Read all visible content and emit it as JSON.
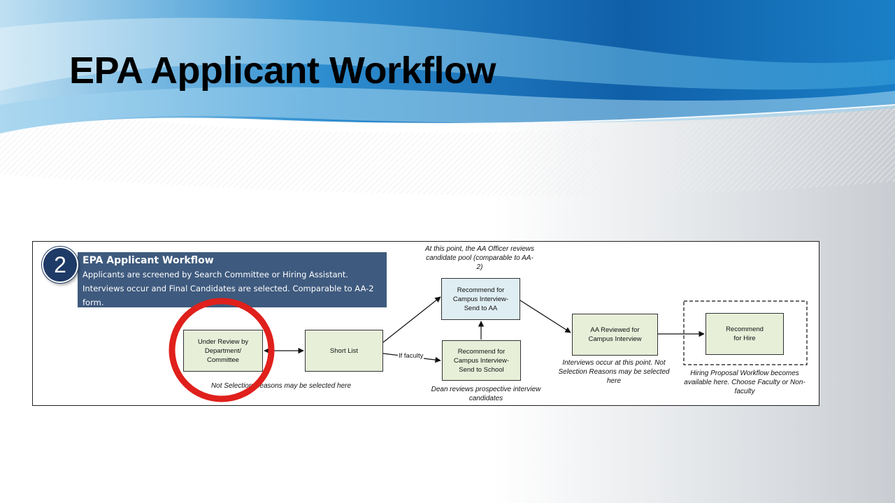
{
  "slide": {
    "title": "EPA Applicant Workflow"
  },
  "diagram": {
    "step_number": "2",
    "header_title": "EPA Applicant Workflow",
    "header_description": "Applicants are screened by Search Committee or Hiring Assistant. Interviews occur and Final Candidates are selected.  Comparable to AA-2 form.",
    "nodes": {
      "under_review": "Under Review by Department/ Committee",
      "short_list": "Short List",
      "recommend_aa": "Recommend for Campus Interview- Send to AA",
      "recommend_school": "Recommend for Campus Interview- Send to School",
      "aa_reviewed": "AA Reviewed for Campus Interview",
      "recommend_hire": "Recommend for Hire"
    },
    "edge_labels": {
      "if_faculty": "If faculty"
    },
    "notes": {
      "aa_officer": "At this point, the AA Officer reviews candidate pool (comparable to AA-2)",
      "not_selection_1": "Not Selection Reasons may be selected here",
      "dean_reviews": "Dean reviews prospective interview candidates",
      "interviews_occur": "Interviews occur at this point. Not Selection Reasons may be selected here",
      "hiring_proposal": "Hiring Proposal Workflow becomes available here.  Choose Faculty or Non-faculty"
    },
    "highlight_color": "#e0201c",
    "header_color": "#3e5a7e",
    "badge_color": "#1e3a66"
  }
}
